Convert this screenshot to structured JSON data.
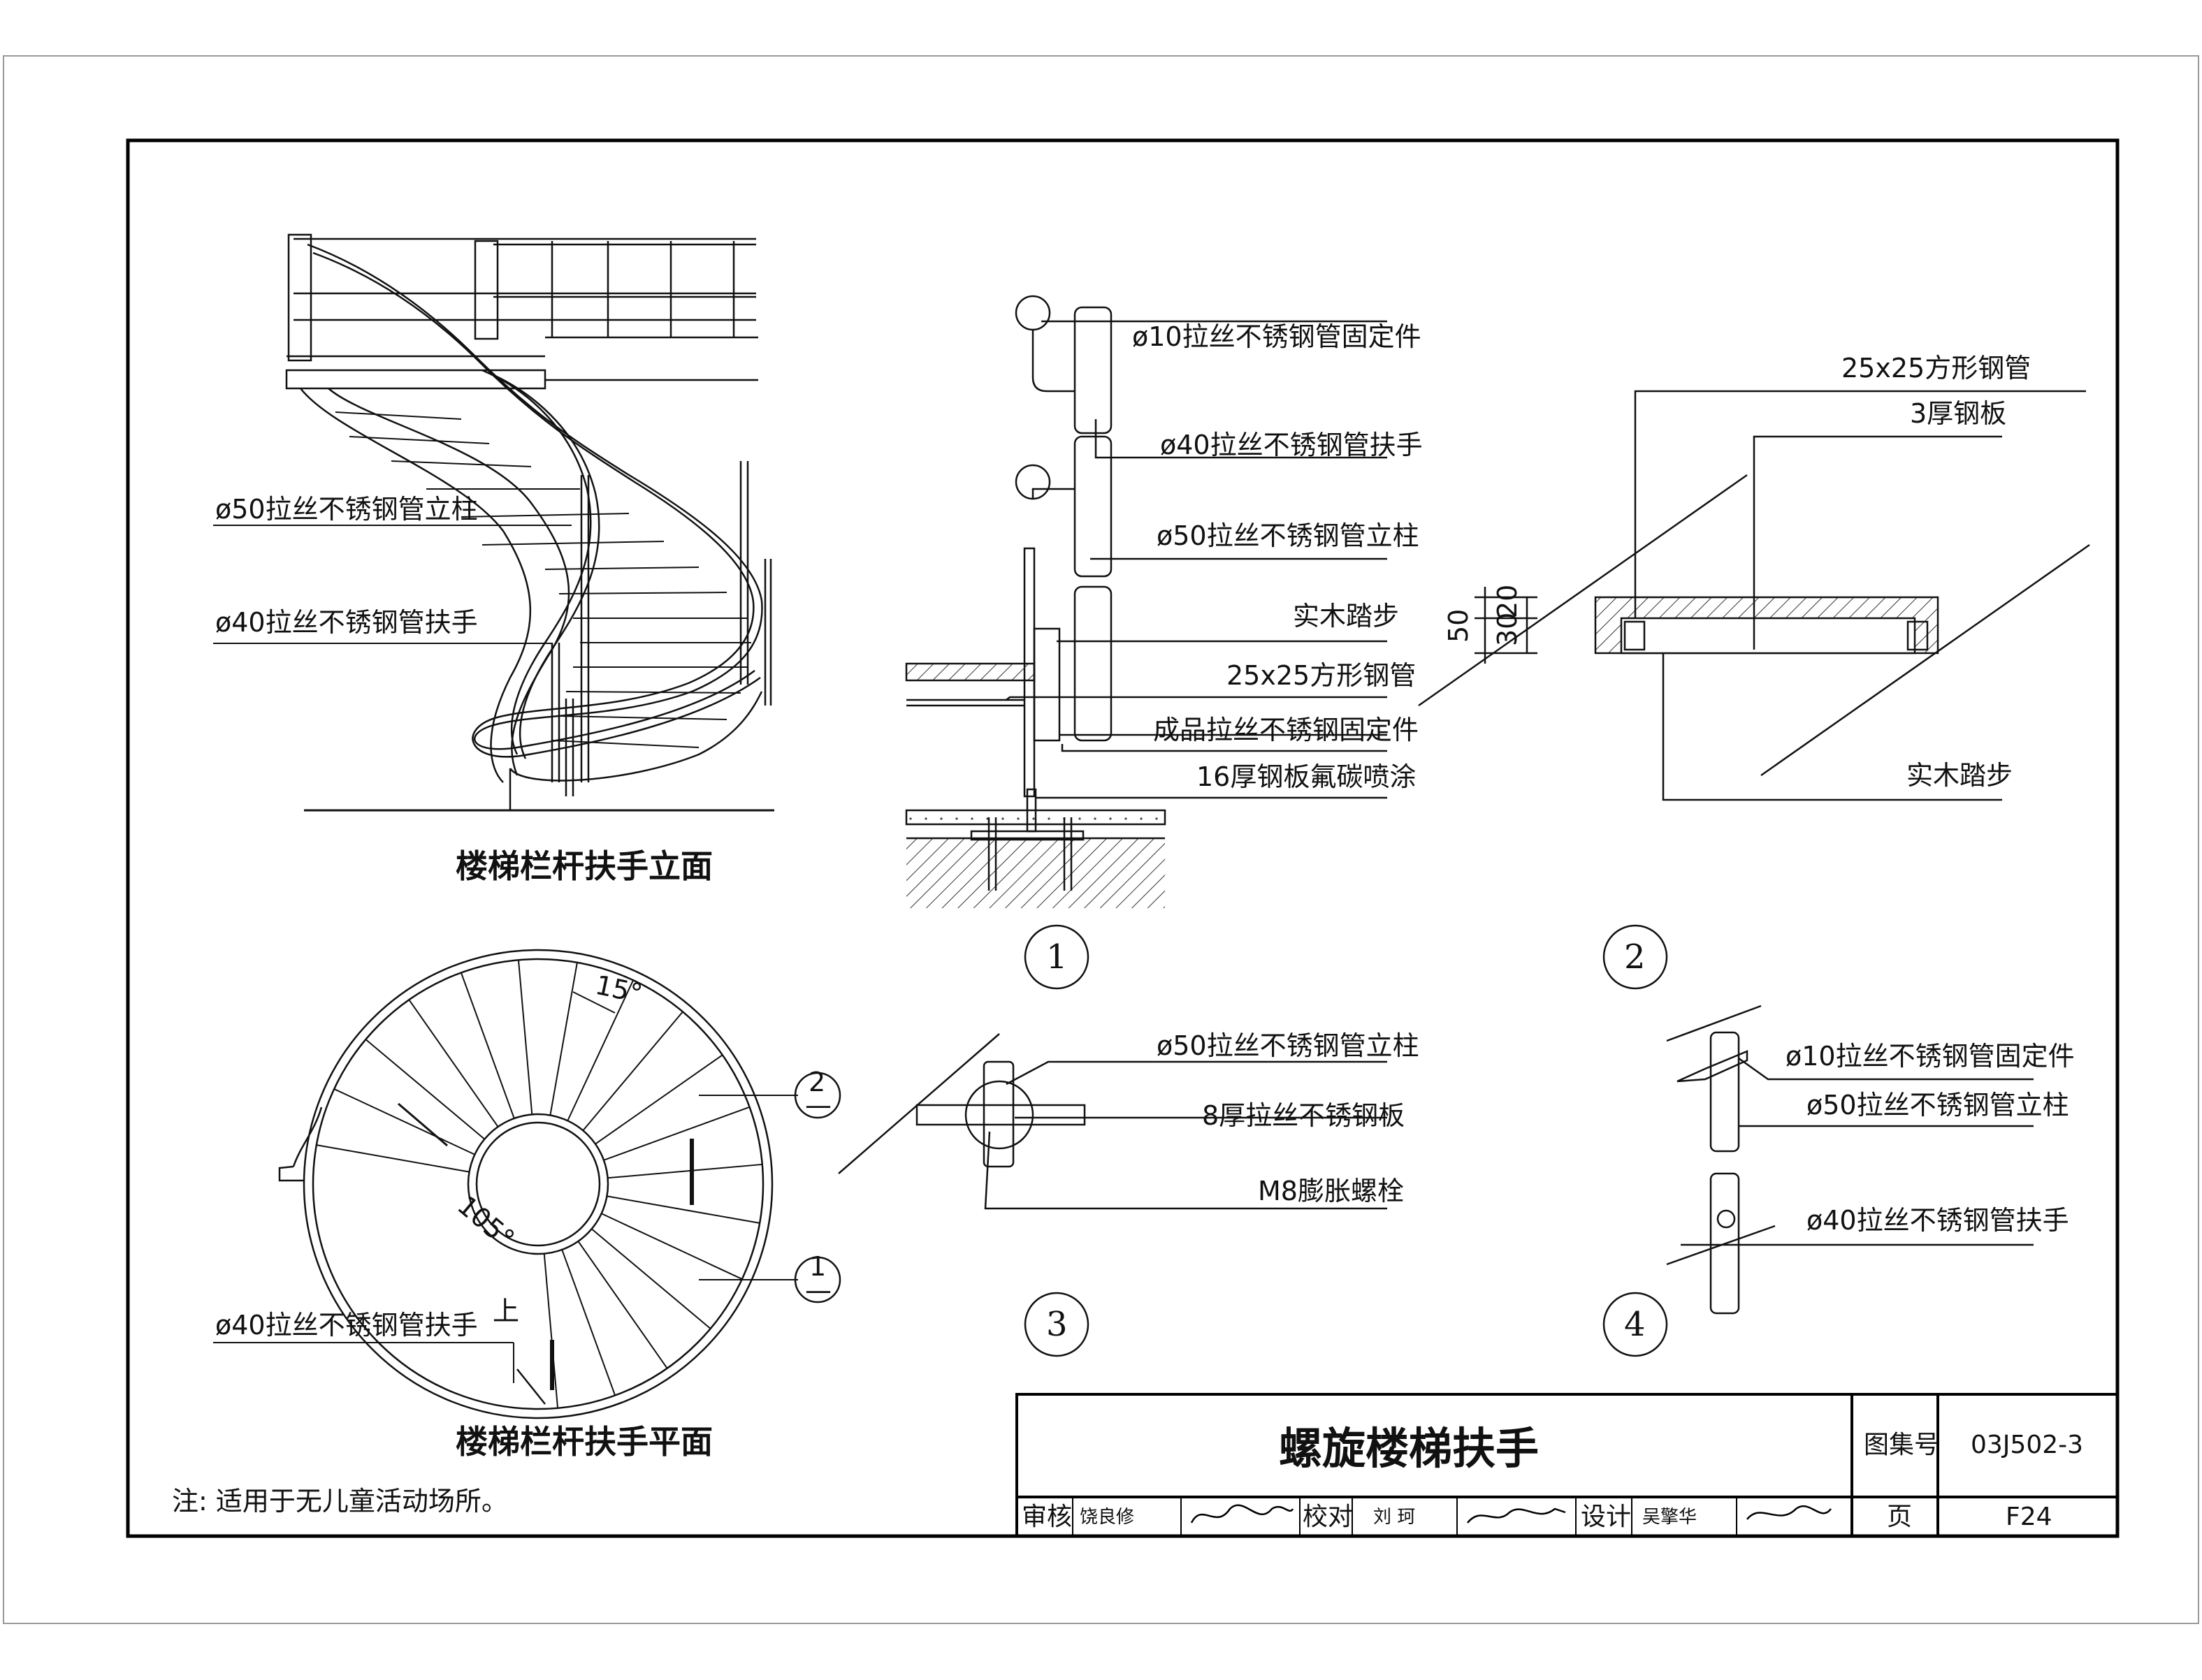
{
  "drawing": {
    "elevation_title": "楼梯栏杆扶手立面",
    "plan_title": "楼梯栏杆扶手平面",
    "note": "注: 适用于无儿童活动场所。"
  },
  "elevation": {
    "post_label": "ø50拉丝不锈钢管立柱",
    "rail_label": "ø40拉丝不锈钢管扶手"
  },
  "plan": {
    "rail_label": "ø40拉丝不锈钢管扶手",
    "angle_small": "15°",
    "angle_large": "105°",
    "up_label": "上",
    "section_2": "2",
    "section_1": "1",
    "section_dash": "—"
  },
  "detail1": {
    "number": "1",
    "labels": [
      "ø10拉丝不锈钢管固定件",
      "ø40拉丝不锈钢管扶手",
      "ø50拉丝不锈钢管立柱",
      "实木踏步",
      "25x25方形钢管",
      "成品拉丝不锈钢固定件",
      "16厚钢板氟碳喷涂"
    ]
  },
  "detail2": {
    "number": "2",
    "labels": [
      "25x25方形钢管",
      "3厚钢板",
      "实木踏步"
    ],
    "dim_total": "50",
    "dim_a": "30",
    "dim_b": "20"
  },
  "detail3": {
    "number": "3",
    "labels": [
      "ø50拉丝不锈钢管立柱",
      "8厚拉丝不锈钢板",
      "M8膨胀螺栓"
    ]
  },
  "detail4": {
    "number": "4",
    "labels": [
      "ø10拉丝不锈钢管固定件",
      "ø50拉丝不锈钢管立柱",
      "ø40拉丝不锈钢管扶手"
    ]
  },
  "title_block": {
    "title": "螺旋楼梯扶手",
    "atlas_label": "图集号",
    "atlas_no": "03J502-3",
    "page_label": "页",
    "page_no": "F24",
    "review_label": "审核",
    "reviewer": "饶良修",
    "check_label": "校对",
    "checker": "刘 珂",
    "design_label": "设计",
    "designer": "吴擎华"
  }
}
